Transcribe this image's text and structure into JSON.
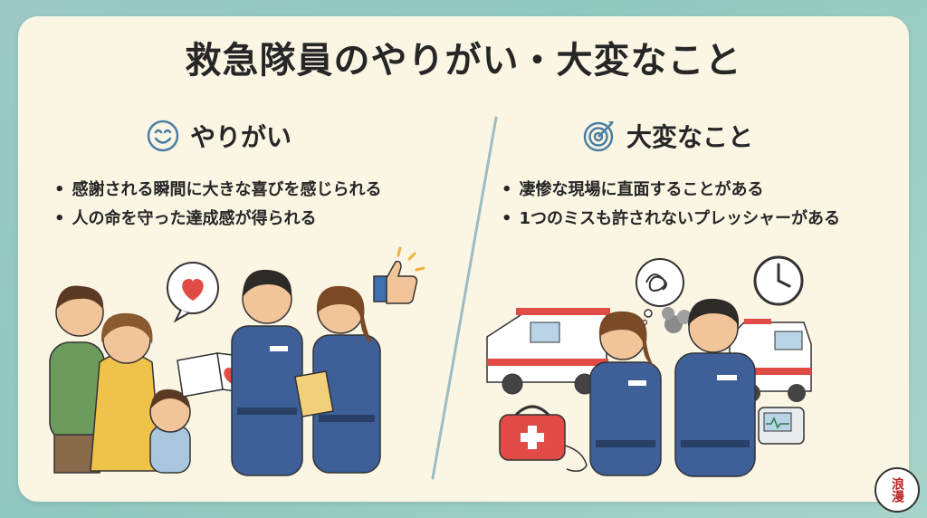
{
  "title": "救急隊員のやりがい・大変なこと",
  "sections": [
    {
      "heading": "やりがい",
      "icon": "smiley-icon",
      "bullets": [
        "感謝される瞬間に大きな喜びを感じられる",
        "人の命を守った達成感が得られる"
      ]
    },
    {
      "heading": "大変なこと",
      "icon": "target-icon",
      "bullets": [
        "凄惨な現場に直面することがある",
        "1つのミスも許されないプレッシャーがある"
      ]
    }
  ],
  "bullet_glyph": "•",
  "stamp_text": "浪漫",
  "colors": {
    "background": "#9cc8c4",
    "card": "#fbf5e4",
    "uniform": "#3e5f97",
    "accent_red": "#e04b45",
    "divider": "#8fb3bb"
  }
}
